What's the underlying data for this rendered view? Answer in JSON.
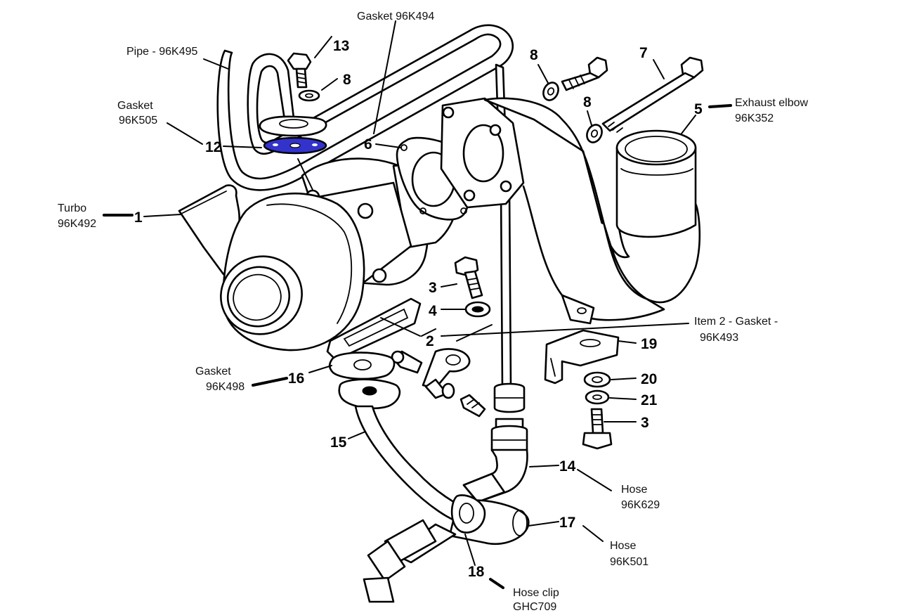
{
  "labels": {
    "gasket_96k494": "Gasket 96K494",
    "pipe": "Pipe - 96K495",
    "gasket_96k505_line1": "Gasket",
    "gasket_96k505_line2": "96K505",
    "turbo_line1": "Turbo",
    "turbo_line2": "96K492",
    "exhaust_elbow_line1": "Exhaust elbow",
    "exhaust_elbow_line2": "96K352",
    "item2_line1": "Item 2 - Gasket -",
    "item2_line2": "96K493",
    "gasket_96k498_line1": "Gasket",
    "gasket_96k498_line2": "96K498",
    "hose_96k629_line1": "Hose",
    "hose_96k629_line2": "96K629",
    "hose_96k501_line1": "Hose",
    "hose_96k501_line2": "96K501",
    "hose_clip_line1": "Hose clip",
    "hose_clip_line2": "GHC709"
  },
  "callouts": {
    "n13": "13",
    "n8a": "8",
    "n12": "12",
    "n1": "1",
    "n6": "6",
    "n8b": "8",
    "n7": "7",
    "n8c": "8",
    "n5": "5",
    "n3a": "3",
    "n4": "4",
    "n2": "2",
    "n19": "19",
    "n16": "16",
    "n20": "20",
    "n21": "21",
    "n3b": "3",
    "n15": "15",
    "n14": "14",
    "n17": "17",
    "n18": "18"
  },
  "colors": {
    "highlight_gasket": "#3333cc",
    "ink": "#000000"
  }
}
